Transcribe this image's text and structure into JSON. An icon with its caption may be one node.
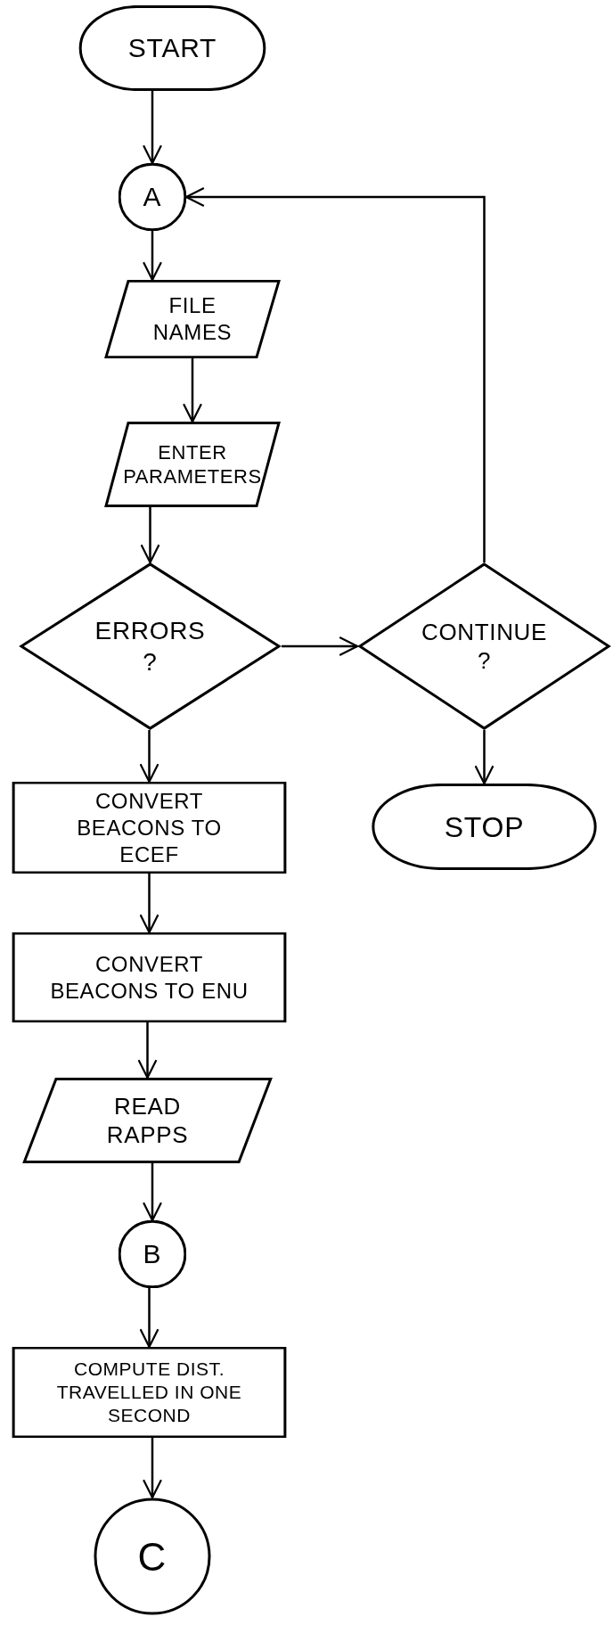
{
  "diagram": {
    "nodes": [
      {
        "text": [
          "START"
        ]
      },
      {
        "text": [
          "A"
        ]
      },
      {
        "text": [
          "FILE NAMES"
        ]
      },
      {
        "text": [
          "ENTER PARAMETERS"
        ]
      },
      {
        "text": [
          "ERRORS ?"
        ]
      },
      {
        "text": [
          "CONTINUE ?"
        ]
      },
      {
        "text": [
          "STOP"
        ]
      },
      {
        "text": [
          "CONVERT BEACONS TO ECEF"
        ]
      },
      {
        "text": [
          "CONVERT BEACONS TO ENU"
        ]
      },
      {
        "text": [
          "READ RAPPS"
        ]
      },
      {
        "text": [
          "B"
        ]
      },
      {
        "text": [
          "COMPUTE DIST. TRAVELLED IN ONE SECOND"
        ]
      },
      {
        "text": [
          "C"
        ]
      }
    ],
    "edges": [
      {
        "from": 0,
        "to": 1,
        "arrow": "to"
      },
      {
        "from": 1,
        "to": 2,
        "arrow": "to"
      },
      {
        "from": 2,
        "to": 3,
        "arrow": "to"
      },
      {
        "from": 3,
        "to": 4,
        "arrow": "to"
      },
      {
        "from": 4,
        "to": 5,
        "arrow": "to"
      },
      {
        "from": 5,
        "to": 1,
        "arrow": "to"
      },
      {
        "from": 5,
        "to": 6,
        "arrow": "to"
      },
      {
        "from": 4,
        "to": 7,
        "arrow": "to"
      },
      {
        "from": 7,
        "to": 8,
        "arrow": "to"
      },
      {
        "from": 8,
        "to": 9,
        "arrow": "to"
      },
      {
        "from": 9,
        "to": 10,
        "arrow": "to"
      },
      {
        "from": 10,
        "to": 11,
        "arrow": "to"
      },
      {
        "from": 11,
        "to": 12,
        "arrow": "to"
      }
    ]
  }
}
